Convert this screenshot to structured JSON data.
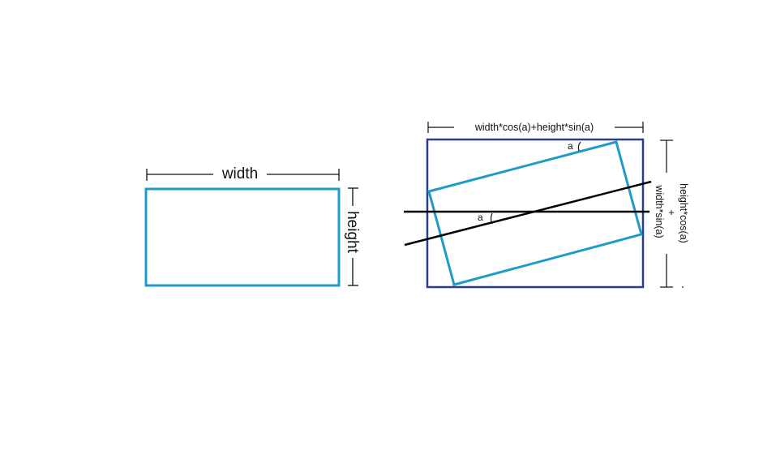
{
  "diagram": {
    "colors": {
      "rect": "#1f9bc8",
      "bounding_box": "#2e3a8c",
      "line": "#000000",
      "dimension": "#111111"
    },
    "left": {
      "width_label": "width",
      "height_label": "height"
    },
    "right": {
      "top_dimension_label": "width*cos(a)+height*sin(a)",
      "side_label_line1": "height*cos(a)",
      "side_label_plus": "+",
      "side_label_line2": "width*sin(a)",
      "angle_label_top": "a",
      "angle_label_mid": "a"
    }
  }
}
